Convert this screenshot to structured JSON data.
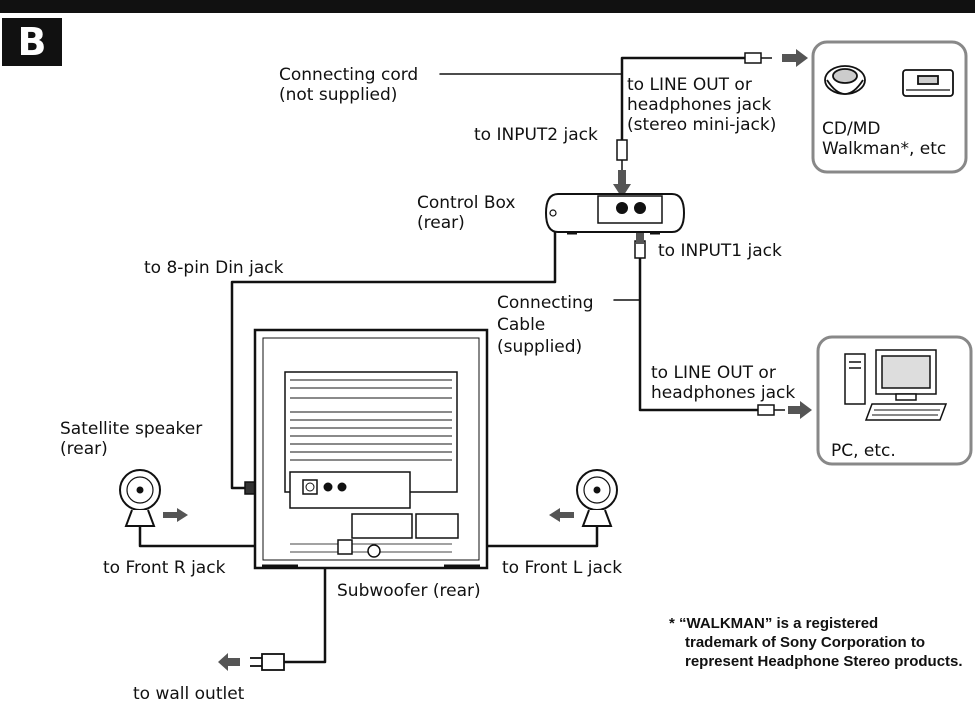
{
  "section_letter": "B",
  "labels": {
    "connecting_cord_1": "Connecting cord",
    "connecting_cord_2": "(not supplied)",
    "line_out_top_1": "to LINE OUT or",
    "line_out_top_2": "headphones jack",
    "line_out_top_3": "(stereo mini-jack)",
    "input2": "to INPUT2 jack",
    "walkman_1": "CD/MD",
    "walkman_2": "Walkman*, etc",
    "control_box_1": "Control Box",
    "control_box_2": "(rear)",
    "input1": "to INPUT1 jack",
    "din_jack": "to 8-pin Din jack",
    "connecting_cable_1": "Connecting",
    "connecting_cable_2": "Cable",
    "connecting_cable_3": "(supplied)",
    "line_out_pc_1": "to LINE OUT or",
    "line_out_pc_2": "headphones jack",
    "satellite_1": "Satellite speaker",
    "satellite_2": "(rear)",
    "pc": "PC, etc.",
    "front_r": "to Front R jack",
    "front_l": "to Front L jack",
    "subwoofer": "Subwoofer (rear)",
    "wall_outlet": "to wall outlet"
  },
  "footnote": {
    "line1": "* “WALKMAN” is a registered",
    "line2": "trademark of Sony Corporation to",
    "line3": "represent Headphone Stereo products."
  }
}
